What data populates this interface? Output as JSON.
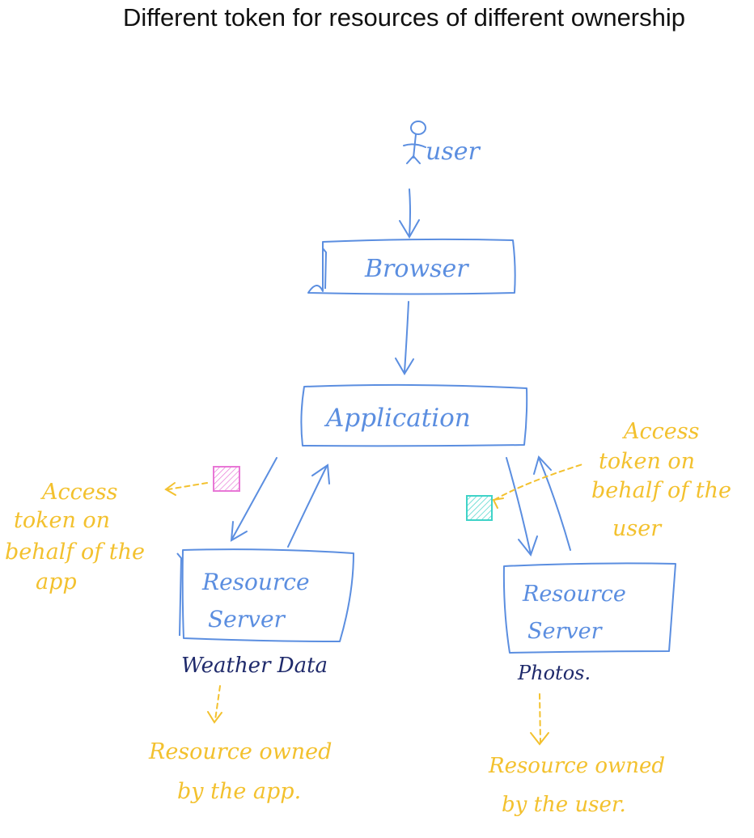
{
  "title": "Different token for resources of different ownership",
  "nodes": {
    "user": "user",
    "browser": "Browser",
    "application": "Application",
    "resource_server_left": [
      "Resource",
      "Server"
    ],
    "resource_server_right": [
      "Resource",
      "Server"
    ]
  },
  "labels": {
    "weather_data": "Weather Data",
    "photos": "Photos.",
    "token_app": [
      "Access",
      "token on",
      "behalf of the",
      "app"
    ],
    "token_user": [
      "Access",
      "token on",
      "behalf of the",
      "user"
    ],
    "owned_by_app": [
      "Resource owned",
      "by the app."
    ],
    "owned_by_user": [
      "Resource owned",
      "by the user."
    ]
  },
  "colors": {
    "ink_blue": "#5b8ee0",
    "ink_navy": "#1f2a6b",
    "ink_yellow": "#f3c12e",
    "token_pink": "#e877d6",
    "token_teal": "#3fd3c8",
    "title": "#111111"
  }
}
